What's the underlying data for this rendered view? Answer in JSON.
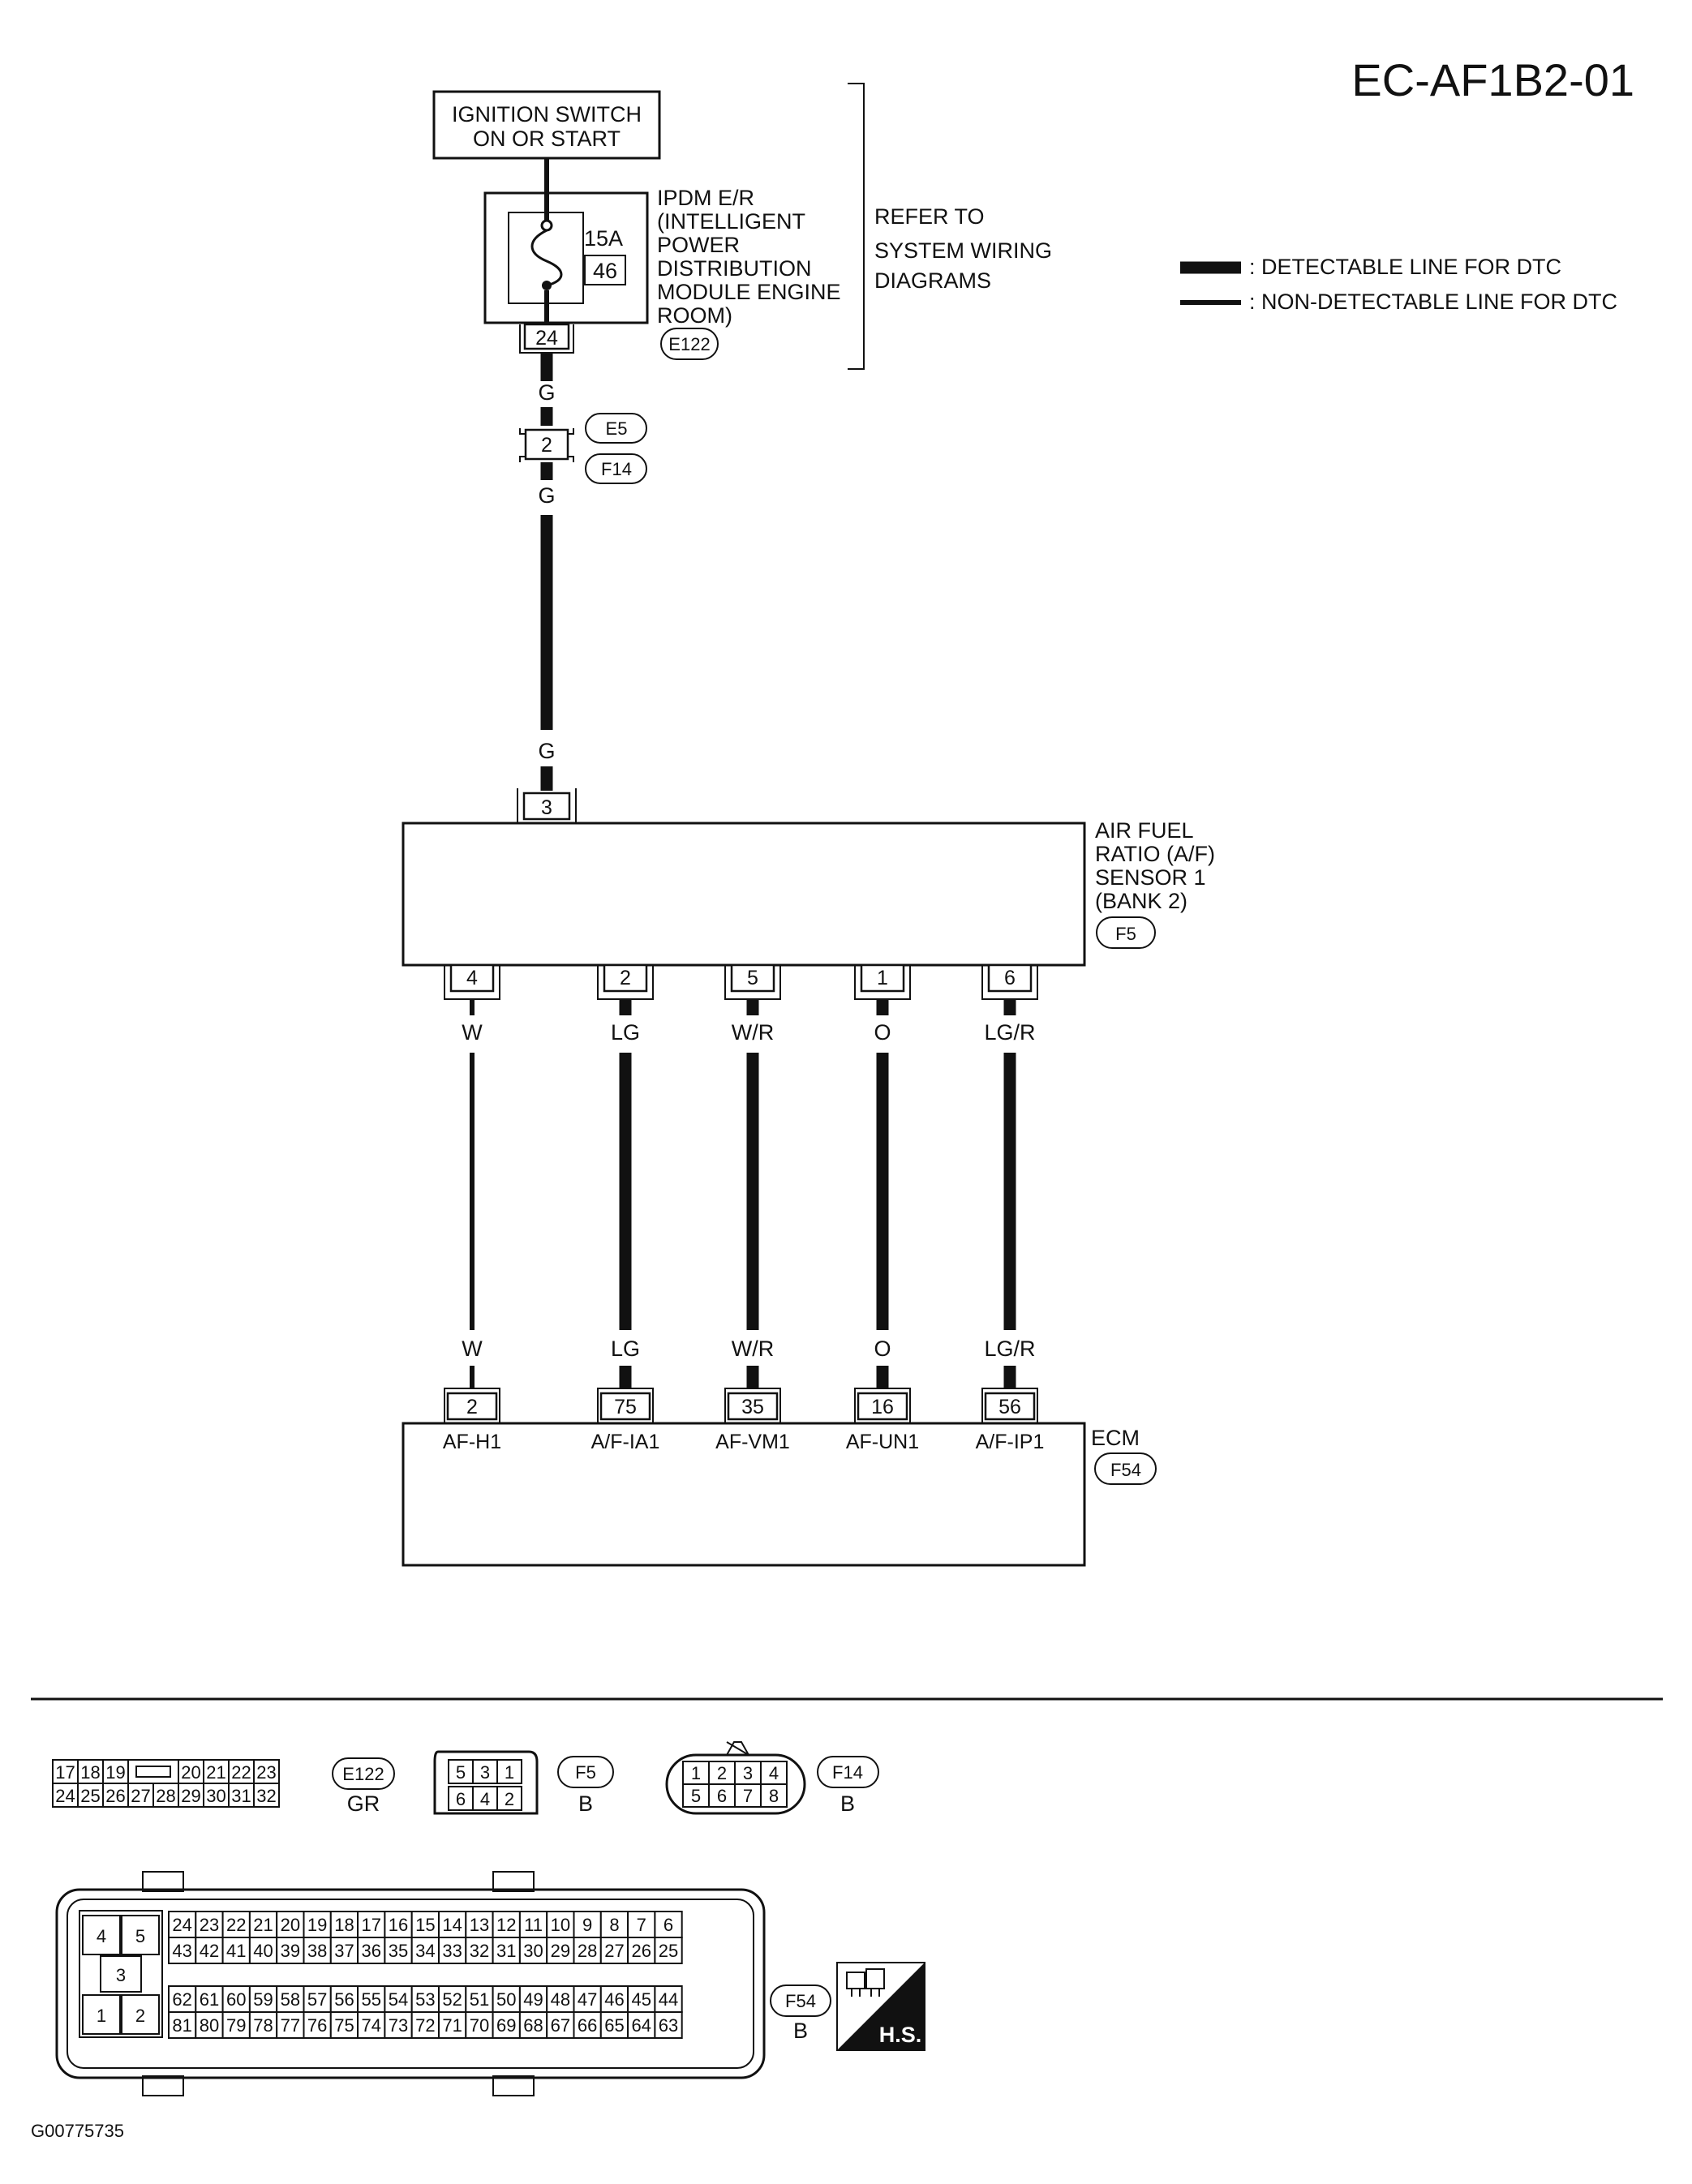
{
  "header": {
    "code": "EC-AF1B2-01",
    "figure_id": "G00775735"
  },
  "legend": {
    "detectable": ": DETECTABLE LINE FOR DTC",
    "non_detectable": ": NON-DETECTABLE LINE FOR DTC"
  },
  "ignition_switch": {
    "line1": "IGNITION SWITCH",
    "line2": "ON OR START"
  },
  "ipdm": {
    "lines": [
      "IPDM E/R",
      "(INTELLIGENT",
      "POWER",
      "DISTRIBUTION",
      "MODULE ENGINE",
      "ROOM)"
    ],
    "fuse_rating": "15A",
    "fuse_number": "46",
    "pin": "24",
    "connector": "E122"
  },
  "refer_to": {
    "lines": [
      "REFER TO",
      "SYSTEM WIRING",
      "DIAGRAMS"
    ]
  },
  "joint": {
    "pin": "2",
    "connector_top": "E5",
    "connector_bottom": "F14"
  },
  "wire_g": {
    "color_1": "G",
    "color_2": "G",
    "color_3": "G"
  },
  "sensor": {
    "lines": [
      "AIR FUEL",
      "RATIO (A/F)",
      "SENSOR 1",
      "(BANK 2)"
    ],
    "connector": "F5",
    "power_pin": "3",
    "pins": [
      "4",
      "2",
      "5",
      "1",
      "6"
    ]
  },
  "wires": [
    {
      "color_top": "W",
      "color_bottom": "W"
    },
    {
      "color_top": "LG",
      "color_bottom": "LG"
    },
    {
      "color_top": "W/R",
      "color_bottom": "W/R"
    },
    {
      "color_top": "O",
      "color_bottom": "O"
    },
    {
      "color_top": "LG/R",
      "color_bottom": "LG/R"
    }
  ],
  "ecm": {
    "label": "ECM",
    "connector": "F54",
    "pins": [
      "2",
      "75",
      "35",
      "16",
      "56"
    ],
    "terminals": [
      "AF-H1",
      "A/F-IA1",
      "AF-VM1",
      "AF-UN1",
      "A/F-IP1"
    ]
  },
  "connectors": {
    "e122": {
      "id": "E122",
      "color": "GR",
      "row1_left": [
        "17",
        "18",
        "19"
      ],
      "row1_right": [
        "20",
        "21",
        "22",
        "23"
      ],
      "row2": [
        "24",
        "25",
        "26",
        "27",
        "28",
        "29",
        "30",
        "31",
        "32"
      ]
    },
    "f5": {
      "id": "F5",
      "color": "B",
      "row1": [
        "5",
        "3",
        "1"
      ],
      "row2": [
        "6",
        "4",
        "2"
      ]
    },
    "f14": {
      "id": "F14",
      "color": "B",
      "row1": [
        "1",
        "2",
        "3",
        "4"
      ],
      "row2": [
        "5",
        "6",
        "7",
        "8"
      ]
    },
    "f54": {
      "id": "F54",
      "color": "B",
      "aux": [
        "4",
        "5",
        "3",
        "1",
        "2"
      ],
      "row1": [
        "24",
        "23",
        "22",
        "21",
        "20",
        "19",
        "18",
        "17",
        "16",
        "15",
        "14",
        "13",
        "12",
        "11",
        "10",
        "9",
        "8",
        "7",
        "6"
      ],
      "row2": [
        "43",
        "42",
        "41",
        "40",
        "39",
        "38",
        "37",
        "36",
        "35",
        "34",
        "33",
        "32",
        "31",
        "30",
        "29",
        "28",
        "27",
        "26",
        "25"
      ],
      "row3": [
        "62",
        "61",
        "60",
        "59",
        "58",
        "57",
        "56",
        "55",
        "54",
        "53",
        "52",
        "51",
        "50",
        "49",
        "48",
        "47",
        "46",
        "45",
        "44"
      ],
      "row4": [
        "81",
        "80",
        "79",
        "78",
        "77",
        "76",
        "75",
        "74",
        "73",
        "72",
        "71",
        "70",
        "69",
        "68",
        "67",
        "66",
        "65",
        "64",
        "63"
      ]
    },
    "hs_label": "H.S."
  }
}
